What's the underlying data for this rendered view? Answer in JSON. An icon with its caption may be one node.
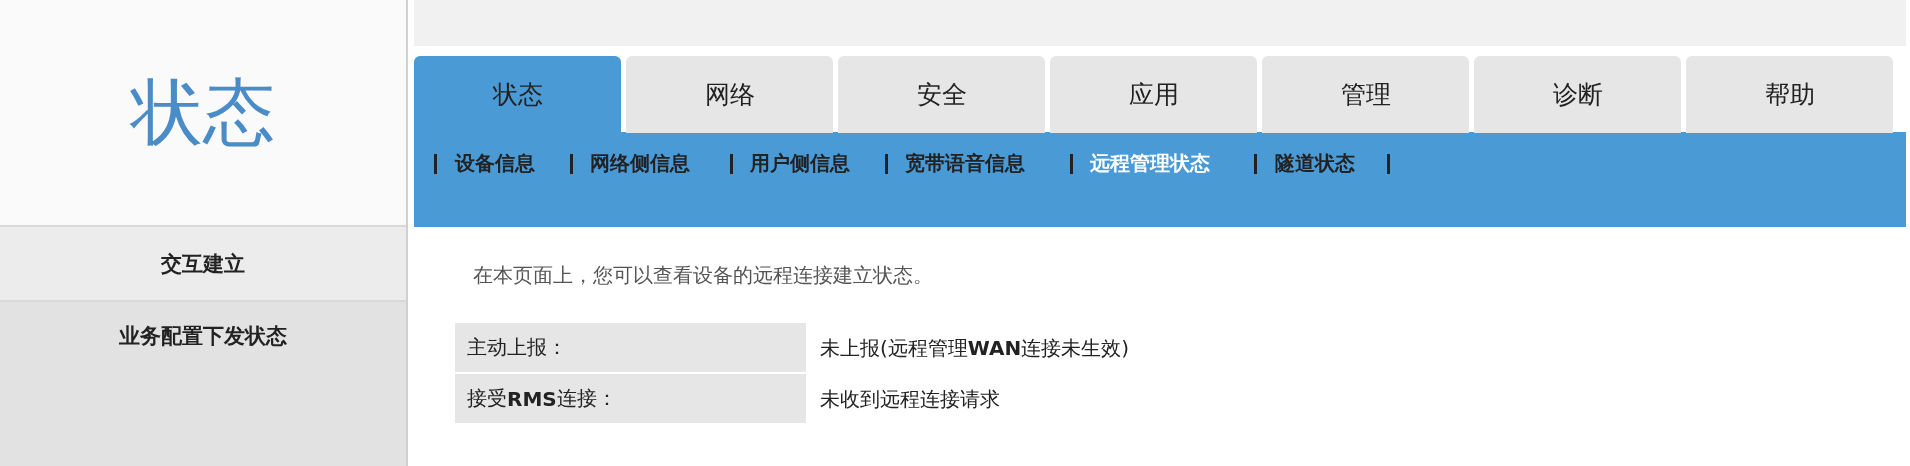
{
  "diagram": {
    "nodes": [
      {
        "text": [
          "状态"
        ]
      },
      {
        "text": [
          "交互建立"
        ]
      },
      {
        "text": [
          "业务配置下发状态"
        ]
      },
      {
        "text": [
          "状态"
        ]
      },
      {
        "text": [
          "网络"
        ]
      },
      {
        "text": [
          "安全"
        ]
      },
      {
        "text": [
          "应用"
        ]
      },
      {
        "text": [
          "管理"
        ]
      },
      {
        "text": [
          "诊断"
        ]
      },
      {
        "text": [
          "帮助"
        ]
      }
    ],
    "labels": [
      "设备信息",
      "网络侧信息",
      "用户侧信息",
      "宽带语音信息",
      "远程管理状态",
      "隧道状态",
      "在本页面上，您可以查看设备的远程连接建立状态。",
      "主动上报：",
      "未上报(远程管理**WAN**连接未生效)",
      "接受**RMS**连接：",
      "未收到远程连接请求"
    ]
  }
}
